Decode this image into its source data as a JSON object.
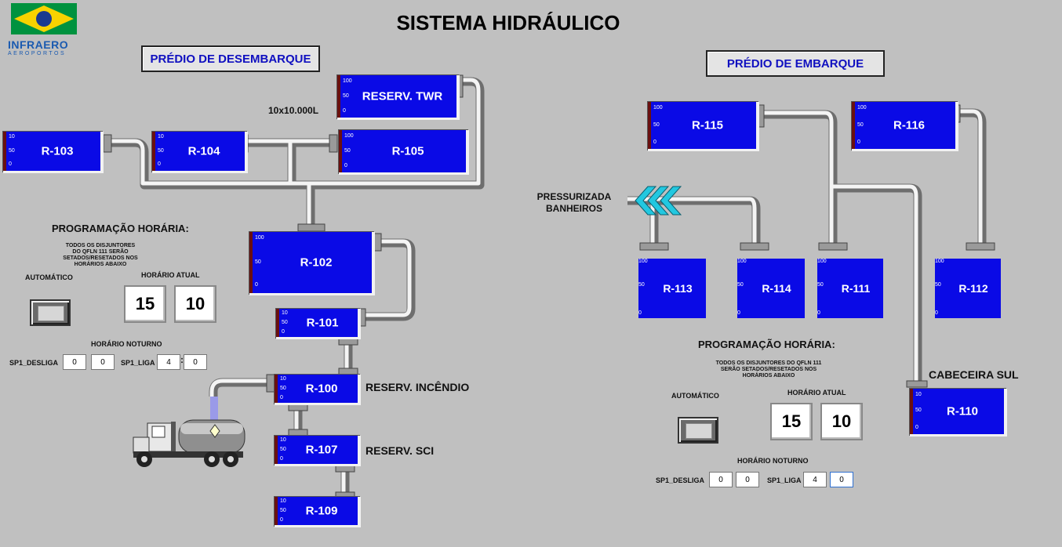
{
  "header": {
    "title": "SISTEMA HIDRÁULICO",
    "logo_text": "INFRAERO",
    "logo_sub": "AEROPORTOS"
  },
  "left": {
    "building": "PRÉDIO DE DESEMBARQUE",
    "capacity": "10x10.000L",
    "schedule_title": "PROGRAMAÇÃO HORÁRIA:",
    "schedule_note": "TODOS OS DISJUNTORES DO QFLN 111 SERÃO SETADOS/RESETADOS NOS HORÁRIOS ABAIXO",
    "auto_label": "AUTOMÁTICO",
    "current_time_label": "HORÁRIO ATUAL",
    "hour": "15",
    "minute": "10",
    "night_label": "HORÁRIO NOTURNO",
    "off_label": "SP1_DESLIGA",
    "off_h": "0",
    "off_m": "0",
    "on_label": "SP1_LIGA",
    "on_h": "4",
    "on_m": "0",
    "fire_label": "RESERV. INCÊNDIO",
    "sci_label": "RESERV. SCI"
  },
  "right": {
    "building": "PRÉDIO DE EMBARQUE",
    "pressurized": "PRESSURIZADA BANHEIROS",
    "schedule_title": "PROGRAMAÇÃO HORÁRIA:",
    "schedule_note": "TODOS OS DISJUNTORES DO QFLN 111 SERÃO SETADOS/RESETADOS NOS HORÁRIOS ABAIXO",
    "auto_label": "AUTOMÁTICO",
    "current_time_label": "HORÁRIO ATUAL",
    "hour": "15",
    "minute": "10",
    "night_label": "HORÁRIO NOTURNO",
    "off_label": "SP1_DESLIGA",
    "off_h": "0",
    "off_m": "0",
    "on_label": "SP1_LIGA",
    "on_h": "4",
    "on_m": "0",
    "cabeceira": "CABECEIRA SUL"
  },
  "tanks": {
    "twr": "RESERV. TWR",
    "r103": "R-103",
    "r104": "R-104",
    "r105": "R-105",
    "r102": "R-102",
    "r101": "R-101",
    "r100": "R-100",
    "r107": "R-107",
    "r109": "R-109",
    "r115": "R-115",
    "r116": "R-116",
    "r113": "R-113",
    "r114": "R-114",
    "r111": "R-111",
    "r112": "R-112",
    "r110": "R-110"
  },
  "scale": {
    "full": "100",
    "full_short": "10",
    "half": "50",
    "zero": "0"
  },
  "colors": {
    "tank": "#0a0ae6",
    "background": "#c0c0c0",
    "building_text": "#1010c0",
    "arrows": "#22c8e0"
  }
}
